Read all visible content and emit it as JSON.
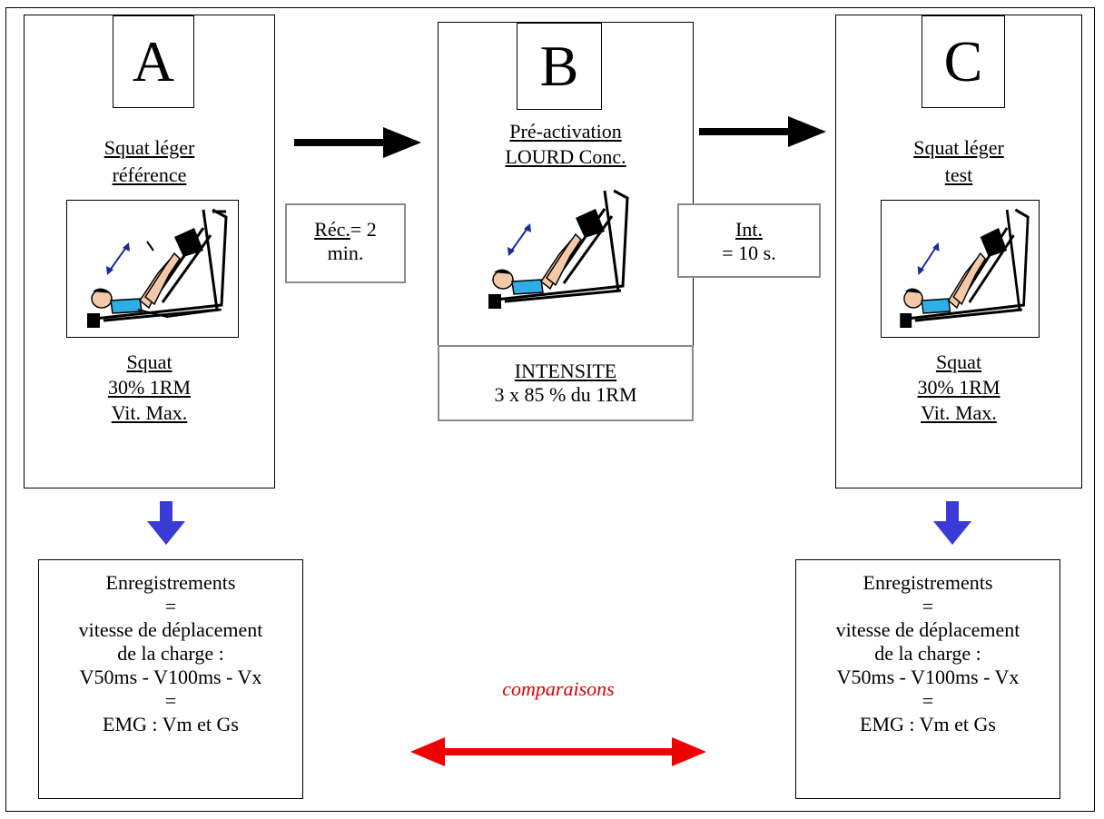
{
  "panel_a": {
    "letter": "A",
    "title_line1": "Squat léger",
    "title_line2": "référence",
    "caption_line1": "Squat",
    "caption_line2": "30% 1RM",
    "caption_line3": "Vit. Max."
  },
  "panel_b": {
    "letter": "B",
    "title_line1": "Pré-activation",
    "title_line2": "LOURD Conc.",
    "intensity_label": "INTENSITE",
    "intensity_value": "3 x 85 % du 1RM"
  },
  "panel_c": {
    "letter": "C",
    "title_line1": "Squat léger",
    "title_line2": "test",
    "caption_line1": "Squat",
    "caption_line2": "30% 1RM",
    "caption_line3": "Vit. Max."
  },
  "note_ab": {
    "label": "Réc.",
    "rest": "= 2",
    "line2": "min."
  },
  "note_bc": {
    "label": "Int.",
    "line2": "= 10 s."
  },
  "results": {
    "line1": "Enregistrements",
    "eq": "=",
    "line2": "vitesse de déplacement",
    "line3": "de la charge :",
    "line4": "V50ms - V100ms  - Vx",
    "line5": "EMG : Vm et Gs"
  },
  "comparison_label": "comparaisons",
  "colors": {
    "down_arrow": "#3a3ad6",
    "compare": "#ee0000",
    "note_border": "#8a8a8a"
  },
  "icons": [
    "leg-press-machine-illustration",
    "double-headed-arrow",
    "right-arrow",
    "down-arrow"
  ]
}
